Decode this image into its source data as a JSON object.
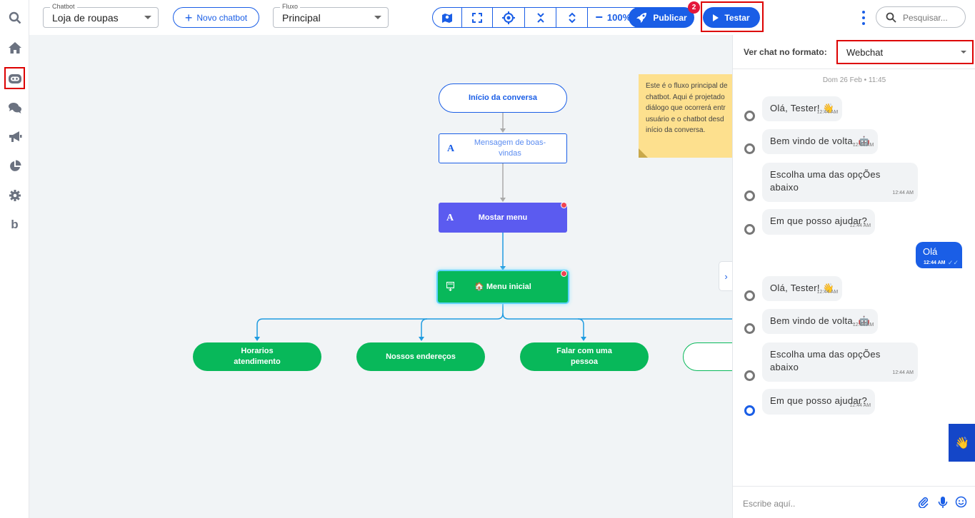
{
  "sidebar": {
    "items": [
      {
        "icon": "search-icon"
      },
      {
        "icon": "home-icon"
      },
      {
        "icon": "bot-icon",
        "active": true
      },
      {
        "icon": "chat-icon"
      },
      {
        "icon": "megaphone-icon"
      },
      {
        "icon": "pie-chart-icon"
      },
      {
        "icon": "gear-icon"
      },
      {
        "icon": "b-logo-icon",
        "glyph": "b"
      }
    ]
  },
  "toolbar": {
    "chatbot_label": "Chatbot",
    "chatbot_value": "Loja de roupas",
    "new_chatbot": "Novo chatbot",
    "flow_label": "Fluxo",
    "flow_value": "Principal",
    "zoom": "100%",
    "publish": "Publicar",
    "publish_badge": "2",
    "test": "Testar",
    "search_placeholder": "Pesquisar..."
  },
  "flow": {
    "start": "Início da conversa",
    "welcome": "Mensagem de boas-vindas",
    "show_menu": "Mostar menu",
    "main_menu": "🏠 Menu inicial",
    "options": [
      "Horarios atendimento",
      "Nossos endereços",
      "Falar com uma pessoa"
    ],
    "note_lines": [
      "Este é o fluxo principal de",
      "chatbot. Aqui é projetado",
      "diálogo que ocorrerá entr",
      "usuário e o chatbot desd",
      "início da conversa."
    ]
  },
  "panel": {
    "format_label": "Ver chat no formato:",
    "format_value": "Webchat",
    "date": "Dom 26 Feb • 11:45",
    "messages": [
      {
        "text": "Olá, Tester! 👋",
        "time": "12:44 AM"
      },
      {
        "text": "Bem vindo de volta. 🤖",
        "time": "12:44 AM"
      },
      {
        "text": "Escolha uma das opçÕes abaixo",
        "time": "12:44 AM"
      },
      {
        "text": "Em que posso ajudar?",
        "time": "12:44 AM"
      },
      {
        "text": "Olá",
        "time": "12:44 AM"
      },
      {
        "text": "Olá, Tester! 👋",
        "time": "12:44 AM"
      },
      {
        "text": "Bem vindo de volta. 🤖",
        "time": "12:44 AM"
      },
      {
        "text": "Escolha uma das opçÕes abaixo",
        "time": "12:44 AM"
      },
      {
        "text": "Em que posso ajudar?",
        "time": "12:44 AM"
      }
    ],
    "wave_button": "👋",
    "composer_placeholder": "Escribe aquí.."
  },
  "colors": {
    "primary": "#1a5ee6",
    "green": "#08b85a",
    "purple": "#5b5bf0",
    "note": "#fde08e",
    "highlight": "#dd0000"
  }
}
